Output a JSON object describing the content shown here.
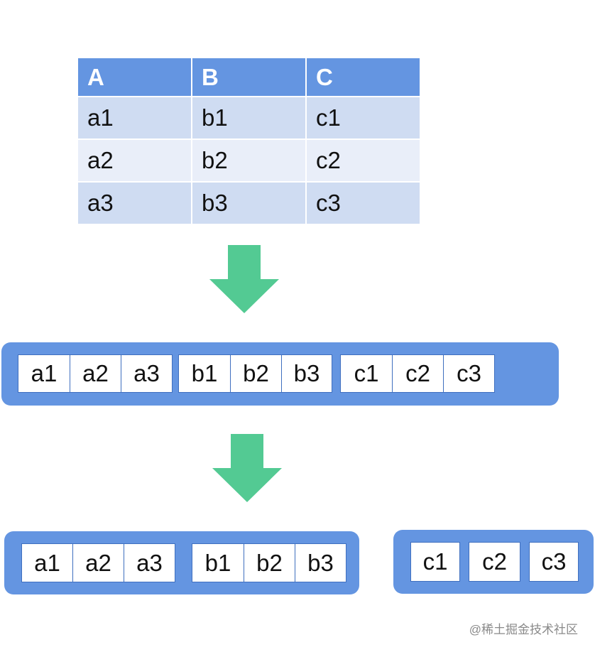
{
  "table": {
    "headers": [
      "A",
      "B",
      "C"
    ],
    "rows": [
      [
        "a1",
        "b1",
        "c1"
      ],
      [
        "a2",
        "b2",
        "c2"
      ],
      [
        "a3",
        "b3",
        "c3"
      ]
    ]
  },
  "flat_row": [
    "a1",
    "a2",
    "a3",
    "b1",
    "b2",
    "b3",
    "c1",
    "c2",
    "c3"
  ],
  "split_row": {
    "left": [
      "a1",
      "a2",
      "a3",
      "b1",
      "b2",
      "b3"
    ],
    "right": [
      "c1",
      "c2",
      "c3"
    ]
  },
  "watermark": "@稀土掘金技术社区",
  "colors": {
    "header": "#6495e1",
    "row_dark": "#cfdcf2",
    "row_light": "#e9eef9",
    "arrow": "#53ca93",
    "bar": "#6495e1"
  }
}
